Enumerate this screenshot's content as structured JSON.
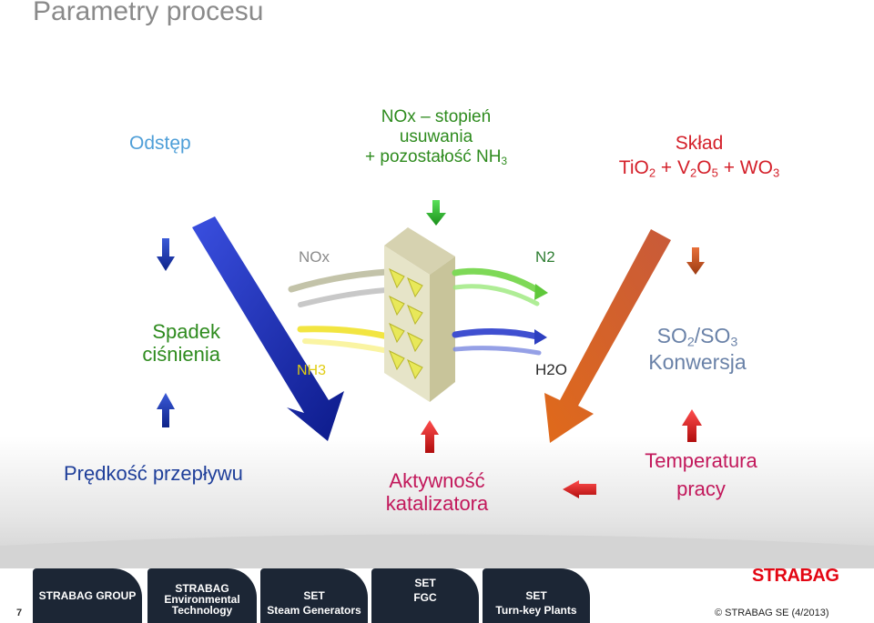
{
  "title": "Parametry procesu",
  "labels": {
    "odstep": "Odstęp",
    "nox_line1": "NOx – stopień",
    "nox_line2": "usuwania",
    "nox_line3": "+ pozostałość NH",
    "nox_line3_sub": "3",
    "sklad": "Skład",
    "formula_tio": "TiO",
    "formula_tio_sub": "2",
    "formula_v": " + V",
    "formula_v_sub": "2",
    "formula_o": "O",
    "formula_o_sub": "5",
    "formula_wo": " + WO",
    "formula_wo_sub": "3",
    "spadek_line1": "Spadek",
    "spadek_line2": "ciśnienia",
    "so_a": "SO",
    "so_a_sub": "2",
    "so_b": "/SO",
    "so_b_sub": "3",
    "konwersja": "Konwersja",
    "predkosc": "Prędkość przepływu",
    "aktywnosc_line1": "Aktywność",
    "aktywnosc_line2": "katalizatora",
    "temperatura_line1": "Temperatura",
    "temperatura_line2": "pracy"
  },
  "catalyst_labels": {
    "nox": "NOx",
    "n2": "N2",
    "nh3": "NH3",
    "h2o": "H2O"
  },
  "footer": {
    "page_number": "7",
    "tabs": [
      {
        "line1": "STRABAG GROUP",
        "line2": "",
        "line3": ""
      },
      {
        "line1": "STRABAG",
        "line2": "Environmental",
        "line3": "Technology"
      },
      {
        "line1": "SET",
        "line2": "Steam Generators",
        "line3": ""
      },
      {
        "line1": "SET",
        "line2": "FGC",
        "line3": ""
      },
      {
        "line1": "SET",
        "line2": "Turn-key Plants",
        "line3": ""
      }
    ],
    "logo": "STRABAG",
    "copyright": "© STRABAG SE (4/2013)"
  },
  "colors": {
    "blue_arrow": "#1f2fb8",
    "green_arrow": "#2db52d",
    "red_arrow": "#d61f1f",
    "orange_arrow": "#d9622b",
    "grid_yellow": "#e8e85a",
    "footer_tab": "#1c2635",
    "title_gray": "#8a8a8a"
  }
}
